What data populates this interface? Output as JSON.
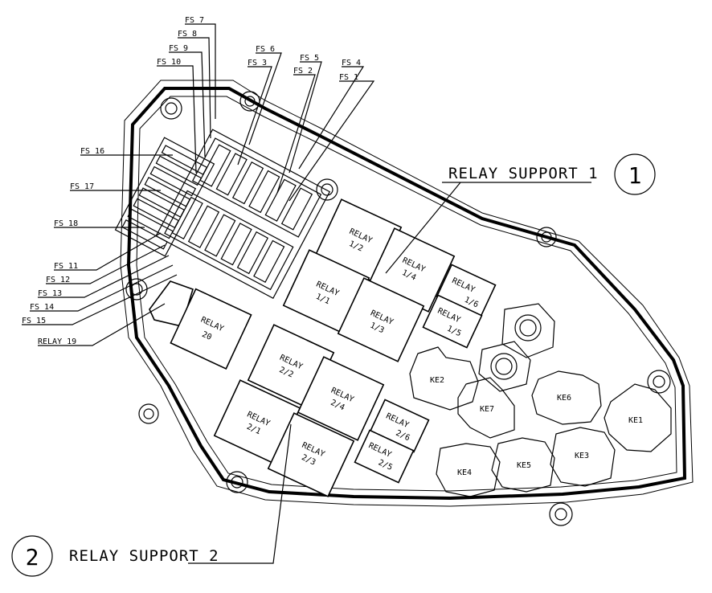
{
  "fuse_labels": {
    "fs7": "FS 7",
    "fs8": "FS 8",
    "fs9": "FS 9",
    "fs10": "FS 10",
    "fs6": "FS 6",
    "fs3": "FS 3",
    "fs5": "FS 5",
    "fs2": "FS 2",
    "fs4": "FS 4",
    "fs1": "FS 1",
    "fs16": "FS 16",
    "fs17": "FS 17",
    "fs18": "FS 18",
    "fs11": "FS 11",
    "fs12": "FS 12",
    "fs13": "FS 13",
    "fs14": "FS 14",
    "fs15": "FS 15"
  },
  "relay19_label": "RELAY 19",
  "relays": [
    {
      "id": "r12",
      "line1": "RELAY",
      "line2": "1/2"
    },
    {
      "id": "r14",
      "line1": "RELAY",
      "line2": "1/4"
    },
    {
      "id": "r11",
      "line1": "RELAY",
      "line2": "1/1"
    },
    {
      "id": "r13",
      "line1": "RELAY",
      "line2": "1/3"
    },
    {
      "id": "r16",
      "line1": "RELAY",
      "line2": "1/6"
    },
    {
      "id": "r15",
      "line1": "RELAY",
      "line2": "1/5"
    },
    {
      "id": "r20",
      "line1": "RELAY",
      "line2": "20"
    },
    {
      "id": "r22",
      "line1": "RELAY",
      "line2": "2/2"
    },
    {
      "id": "r24",
      "line1": "RELAY",
      "line2": "2/4"
    },
    {
      "id": "r21",
      "line1": "RELAY",
      "line2": "2/1"
    },
    {
      "id": "r23",
      "line1": "RELAY",
      "line2": "2/3"
    },
    {
      "id": "r26",
      "line1": "RELAY",
      "line2": "2/6"
    },
    {
      "id": "r25",
      "line1": "RELAY",
      "line2": "2/5"
    }
  ],
  "connectors": {
    "ke1": "KE1",
    "ke2": "KE2",
    "ke3": "KE3",
    "ke4": "KE4",
    "ke5": "KE5",
    "ke6": "KE6",
    "ke7": "KE7"
  },
  "support1": {
    "label": "RELAY SUPPORT 1",
    "number": "1"
  },
  "support2": {
    "label": "RELAY SUPPORT 2",
    "number": "2"
  }
}
